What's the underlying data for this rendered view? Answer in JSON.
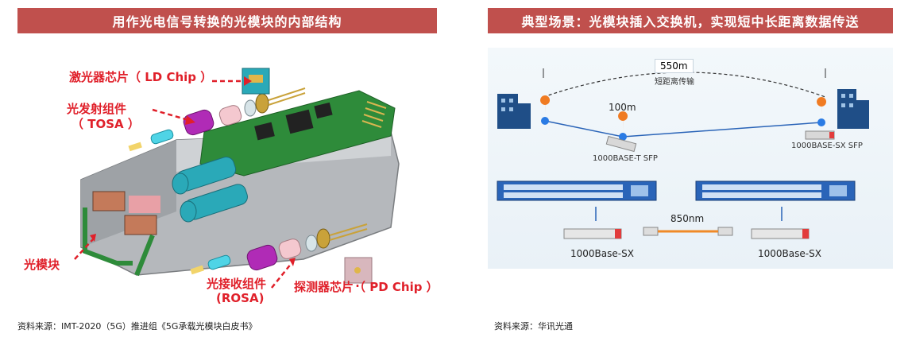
{
  "left_panel": {
    "title": "用作光电信号转换的光模块的内部结构",
    "callouts": {
      "ld_chip": "激光器芯片（ LD Chip ）",
      "tosa_line1": "光发射组件",
      "tosa_line2": "（ TOSA ）",
      "module": "光模块",
      "rosa_line1": "光接收组件",
      "rosa_line2": "(ROSA)",
      "pd_chip": "探测器芯片（ PD Chip ）"
    },
    "source": "资料来源：IMT-2020（5G）推进组《5G承载光模块白皮书》"
  },
  "right_panel": {
    "title": "典型场景：光模块插入交换机，实现短中长距离数据传送",
    "labels": {
      "long_distance": "550m",
      "long_distance_caption": "短距离传输",
      "short_distance": "100m",
      "sfp_t": "1000BASE-T SFP",
      "sfp_sx": "1000BASE-SX SFP",
      "fiber_distance": "850nm",
      "module_left": "1000Base-SX",
      "module_right": "1000Base-SX"
    },
    "source": "资料来源：华讯光通"
  }
}
